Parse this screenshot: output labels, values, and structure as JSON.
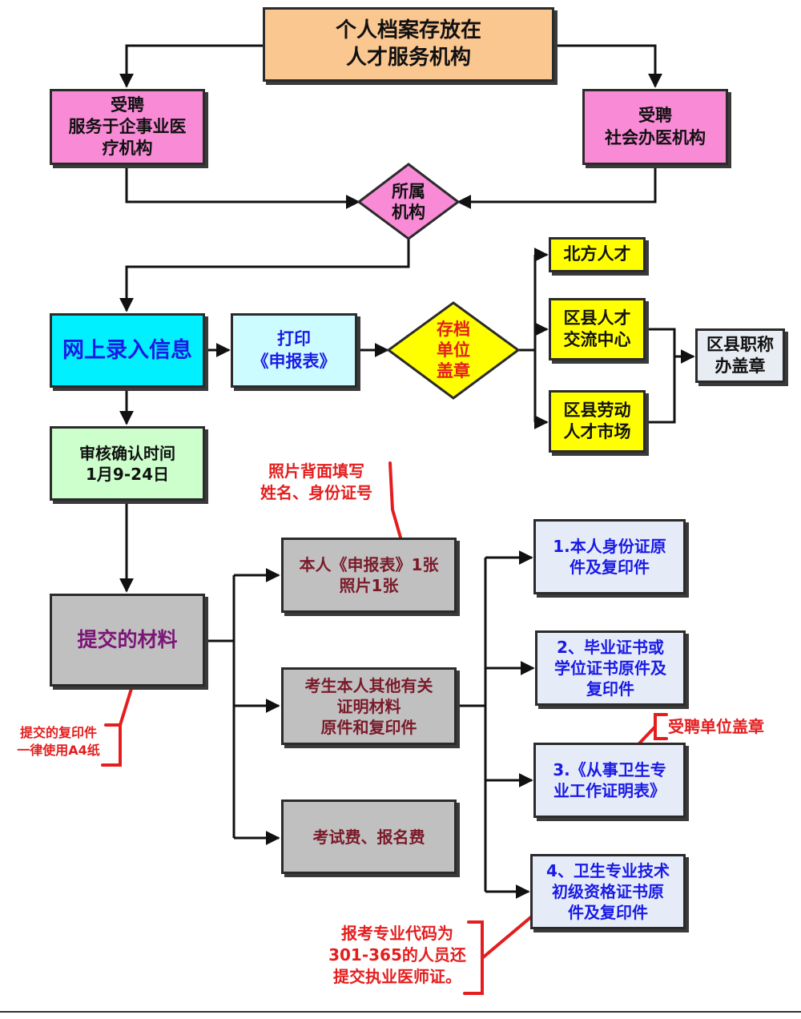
{
  "boxes": {
    "archive": "个人档案存放在\n人才服务机构",
    "hired_enterprise": "受聘\n服务于企事业医\n疗机构",
    "hired_social": "受聘\n社会办医机构",
    "affiliation": "所属\n机构",
    "online_entry": "网上录入信息",
    "print_form": "打印\n《申报表》",
    "archive_unit": "存档\n单位\n盖章",
    "beifang": "北方人才",
    "district_exchange": "区县人才\n交流中心",
    "district_labor": "区县劳动\n人才市场",
    "district_title": "区县职称\n办盖章",
    "review_time": "审核确认时间\n1月9-24日",
    "submit_materials": "提交的材料",
    "form_photo": "本人《申报表》1张\n照片1张",
    "other_certs": "考生本人其他有关\n证明材料\n原件和复印件",
    "fees": "考试费、报名费",
    "item1": "1.本人身份证原\n件及复印件",
    "item2": "2、毕业证书或\n学位证书原件及\n复印件",
    "item3": "3.《从事卫生专\n业工作证明表》",
    "item4": "4、卫生专业技术\n初级资格证书原\n件及复印件"
  },
  "notes": {
    "photo_back": "照片背面填写\n姓名、身份证号",
    "a4": "提交的复印件\n一律使用A4纸",
    "hiring_seal": "受聘单位盖章",
    "practitioner": "报考专业代码为\n301-365的人员还\n提交执业医师证。"
  },
  "colors": {
    "orange": "#fbc791",
    "pink": "#f98ad6",
    "cyan": "#00f0ff",
    "light_cyan": "#ccfcff",
    "yellow": "#ffff00",
    "light_green": "#ccffcc",
    "gray": "#c0c0c0",
    "pale_blue": "#e5ecf8",
    "pale_gray": "#e8ecf3",
    "red": "#e41e1e",
    "blue_text": "#1a1ae6",
    "purple_text": "#7b1577",
    "dark_red_text": "#7a1a2a"
  }
}
